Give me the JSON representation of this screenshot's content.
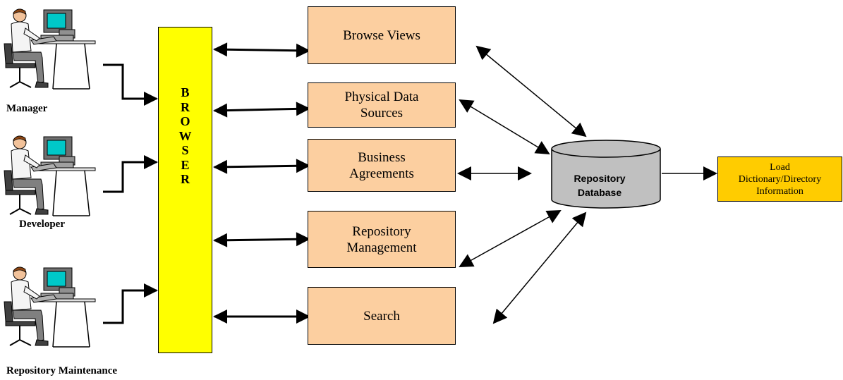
{
  "users": [
    {
      "label": "Manager"
    },
    {
      "label": "Developer"
    },
    {
      "label": "Repository Maintenance"
    }
  ],
  "browser": {
    "letters": [
      "B",
      "R",
      "O",
      "W",
      "S",
      "E",
      "R"
    ]
  },
  "functions": [
    {
      "label": "Browse Views"
    },
    {
      "label": "Physical Data Sources"
    },
    {
      "label": "Business Agreements"
    },
    {
      "label": "Repository Management"
    },
    {
      "label": "Search"
    }
  ],
  "database": {
    "label": "Repository Database"
  },
  "load": {
    "label": "Load Dictionary/Directory Information"
  },
  "colors": {
    "browser_fill": "#FFFF00",
    "function_fill": "#FCCFA0",
    "database_fill": "#C0C0C0",
    "load_fill": "#FFCC00",
    "monitor_screen": "#00C8C8"
  }
}
